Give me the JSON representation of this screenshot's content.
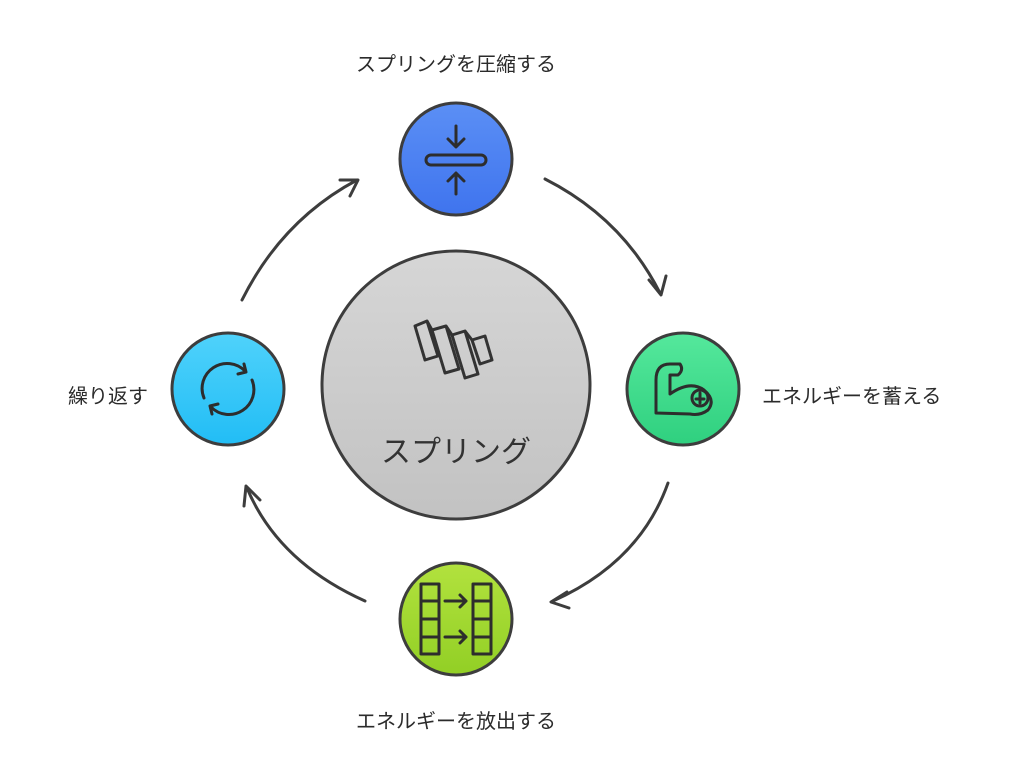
{
  "center": {
    "label": "スプリング",
    "icon": "spring-icon",
    "color": "#cccccc"
  },
  "steps": [
    {
      "label": "スプリングを圧縮する",
      "icon": "compress-icon",
      "color": "#4f86f7"
    },
    {
      "label": "エネルギーを蓄える",
      "icon": "flexed-arm-icon",
      "color": "#3fe08f"
    },
    {
      "label": "エネルギーを放出する",
      "icon": "transfer-icon",
      "color": "#a3d933"
    },
    {
      "label": "繰り返す",
      "icon": "cycle-icon",
      "color": "#3ec8f8"
    }
  ]
}
